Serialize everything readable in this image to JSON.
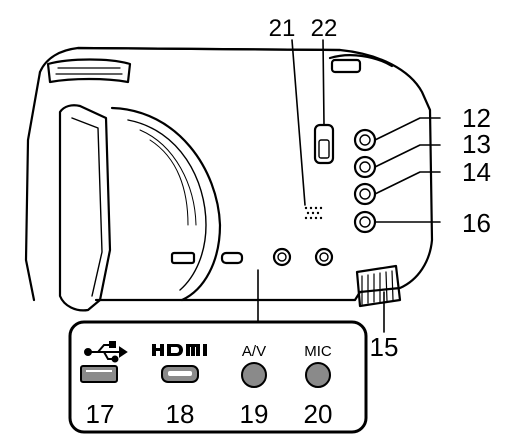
{
  "callouts": {
    "c12": "12",
    "c13": "13",
    "c14": "14",
    "c15": "15",
    "c16": "16",
    "c17": "17",
    "c18": "18",
    "c19": "19",
    "c20": "20",
    "c21": "21",
    "c22": "22"
  },
  "ports": {
    "av_label": "A/V",
    "mic_label": "MIC"
  },
  "icons": {
    "usb": "usb-icon",
    "hdmi": "hdmi-logo-icon"
  },
  "colors": {
    "line": "#000000",
    "body": "#ffffff",
    "port_fill": "#8a8a8a",
    "socket_fill": "#bdbdbd"
  }
}
